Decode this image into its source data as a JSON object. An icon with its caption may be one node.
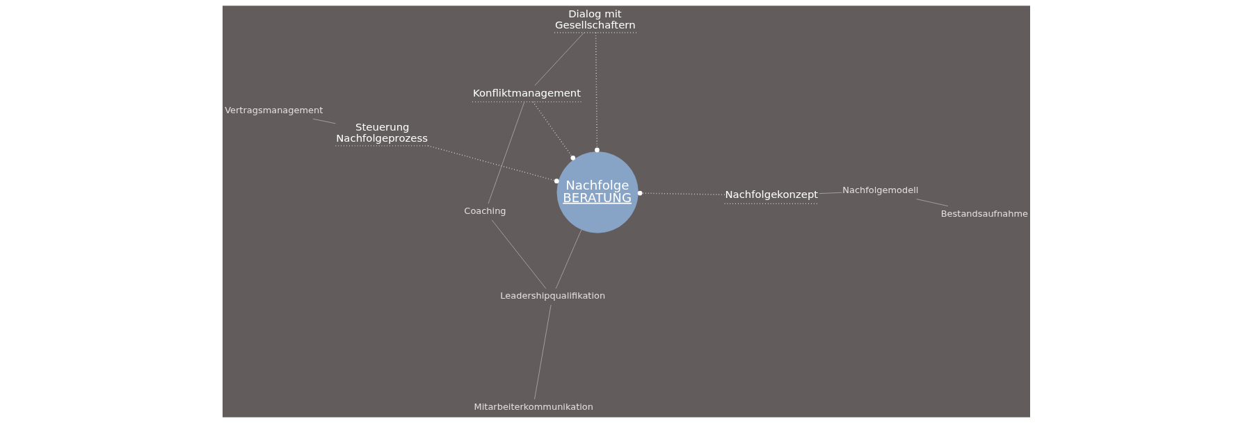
{
  "diagram": {
    "nodes": [
      {
        "text": [
          "Nachfolge",
          "BERATUNG"
        ]
      },
      {
        "text": [
          "Dialog mit Gesellschaftern"
        ]
      },
      {
        "text": [
          "Vertragsmanagement"
        ]
      },
      {
        "text": [
          "Steuerung Nachfolgeprozess"
        ]
      },
      {
        "text": [
          "Konfliktmanagement"
        ]
      },
      {
        "text": [
          "Nachfolgemodell"
        ]
      },
      {
        "text": [
          "Coaching"
        ]
      },
      {
        "text": [
          "Nachfolgekonzept"
        ]
      },
      {
        "text": [
          "Leadershipqualifikation"
        ]
      },
      {
        "text": [
          "Bestandsaufnahme"
        ]
      },
      {
        "text": [
          "Mitarbeiterkommunikation"
        ]
      }
    ],
    "edges": [
      {
        "from": 1,
        "to": 0,
        "arrow": "other",
        "style": "dashed",
        "color": "#ffffff"
      },
      {
        "from": 3,
        "to": 0,
        "arrow": "other",
        "style": "dashed",
        "color": "#ffffff"
      },
      {
        "from": 4,
        "to": 0,
        "arrow": "other",
        "style": "dashed",
        "color": "#ffffff"
      },
      {
        "from": 7,
        "to": 0,
        "arrow": "other",
        "style": "dashed",
        "color": "#ffffff"
      },
      {
        "from": 2,
        "to": 3,
        "arrow": "none"
      },
      {
        "from": 1,
        "to": 4,
        "arrow": "none"
      },
      {
        "from": 4,
        "to": 6,
        "arrow": "none"
      },
      {
        "from": 6,
        "to": 8,
        "arrow": "none"
      },
      {
        "from": 8,
        "to": 0,
        "arrow": "none"
      },
      {
        "from": 8,
        "to": 10,
        "arrow": "none"
      },
      {
        "from": 5,
        "to": 7,
        "arrow": "none"
      },
      {
        "from": 5,
        "to": 9,
        "arrow": "none"
      }
    ]
  }
}
